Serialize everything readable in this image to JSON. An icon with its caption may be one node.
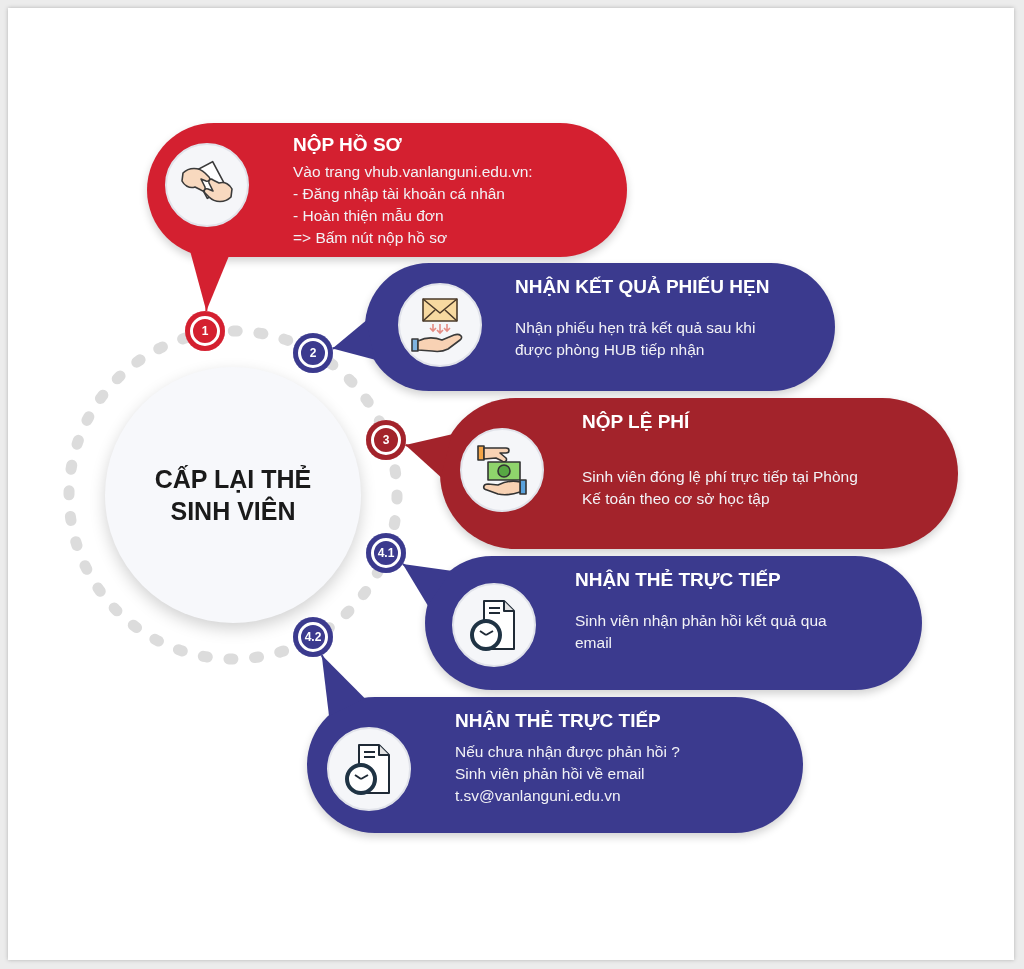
{
  "diagram": {
    "nodes": [
      {
        "text": [
          "CẤP LẠI THẺ SINH VIÊN"
        ]
      },
      {
        "text": [
          "1"
        ]
      },
      {
        "text": [
          "NỘP HỒ SƠ",
          "Vào trang vhub.vanlanguni.edu.vn:",
          "- Đăng nhập tài khoản cá nhân",
          "- Hoàn thiện mẫu đơn",
          "=> Bấm nút nộp hồ sơ"
        ]
      },
      {
        "text": [
          "2"
        ]
      },
      {
        "text": [
          "NHẬN KẾT QUẢ PHIẾU HẸN",
          "Nhận phiếu hẹn trả kết quả sau khi được phòng HUB tiếp nhận"
        ]
      },
      {
        "text": [
          "3"
        ]
      },
      {
        "text": [
          "NỘP LỆ PHÍ",
          "Sinh viên đóng lệ phí trực tiếp tại Phòng Kế toán theo cơ sở học tập"
        ]
      },
      {
        "text": [
          "4.1"
        ]
      },
      {
        "text": [
          "NHẬN THẺ TRỰC TIẾP",
          "Sinh viên nhận phản hồi kết quả qua email"
        ]
      },
      {
        "text": [
          "4.2"
        ]
      },
      {
        "text": [
          "NHẬN THẺ TRỰC TIẾP",
          "Nếu chưa nhận được phản hồi ?",
          "Sinh viên phản hồi về email t.sv@vanlanguni.edu.vn"
        ]
      }
    ],
    "edges": [
      {
        "from": 2,
        "to": 1,
        "arrow": "to",
        "color": "#d42030"
      },
      {
        "from": 4,
        "to": 3,
        "arrow": "to"
      },
      {
        "from": 6,
        "to": 5,
        "arrow": "to",
        "color": "#a3232b"
      },
      {
        "from": 8,
        "to": 7,
        "arrow": "to"
      },
      {
        "from": 10,
        "to": 9,
        "arrow": "to"
      }
    ]
  }
}
